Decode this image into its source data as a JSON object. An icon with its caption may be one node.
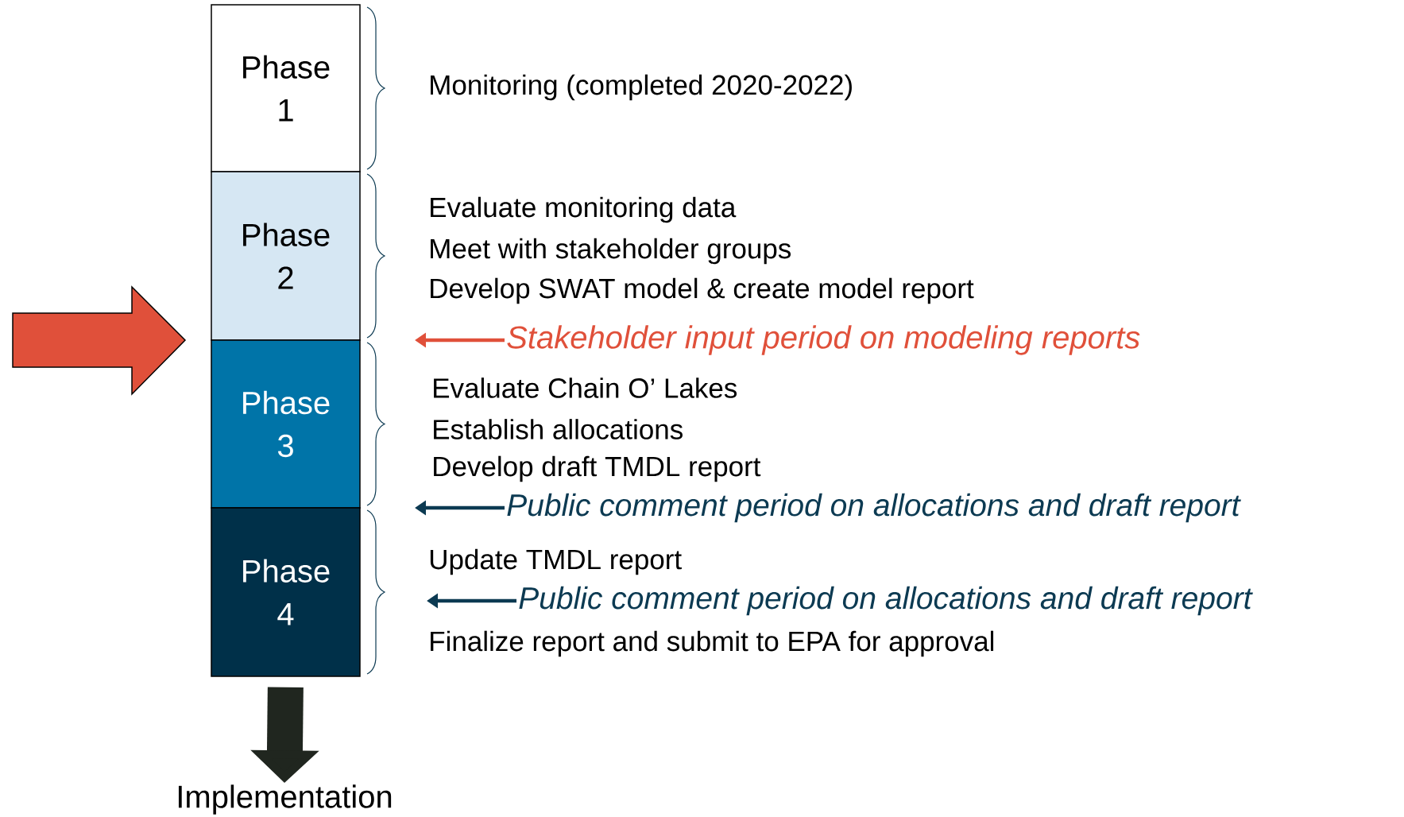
{
  "diagram": {
    "nodes": [
      {
        "text": [
          "Phase 1"
        ]
      },
      {
        "text": [
          "Phase 2"
        ]
      },
      {
        "text": [
          "Phase 3"
        ]
      },
      {
        "text": [
          "Phase 4"
        ]
      },
      {
        "text": [
          "Stakeholder input period on modeling reports"
        ]
      },
      {
        "text": [
          "Public comment period on allocations and draft report"
        ]
      },
      {
        "text": [
          "Public comment period on allocations and draft report"
        ]
      },
      {
        "text": [
          "Implementation"
        ]
      }
    ],
    "edges": [
      {
        "from": 4,
        "to": null,
        "arrow": "to",
        "color": "#e0503a"
      },
      {
        "from": 5,
        "to": null,
        "arrow": "to",
        "color": "#0c3a52"
      },
      {
        "from": 6,
        "to": null,
        "arrow": "to",
        "color": "#0c3a52"
      },
      {
        "from": 3,
        "to": 7,
        "arrow": "to",
        "style": "thick",
        "color": "#20261f"
      }
    ],
    "labels": [
      "Monitoring (completed 2020-2022)",
      "Evaluate monitoring data",
      "Meet with stakeholder groups",
      "Develop SWAT model & create model report",
      "Evaluate Chain O’ Lakes",
      "Establish allocations",
      "Develop draft TMDL report",
      "Update TMDL report",
      "Finalize report and submit to EPA for approval"
    ]
  }
}
